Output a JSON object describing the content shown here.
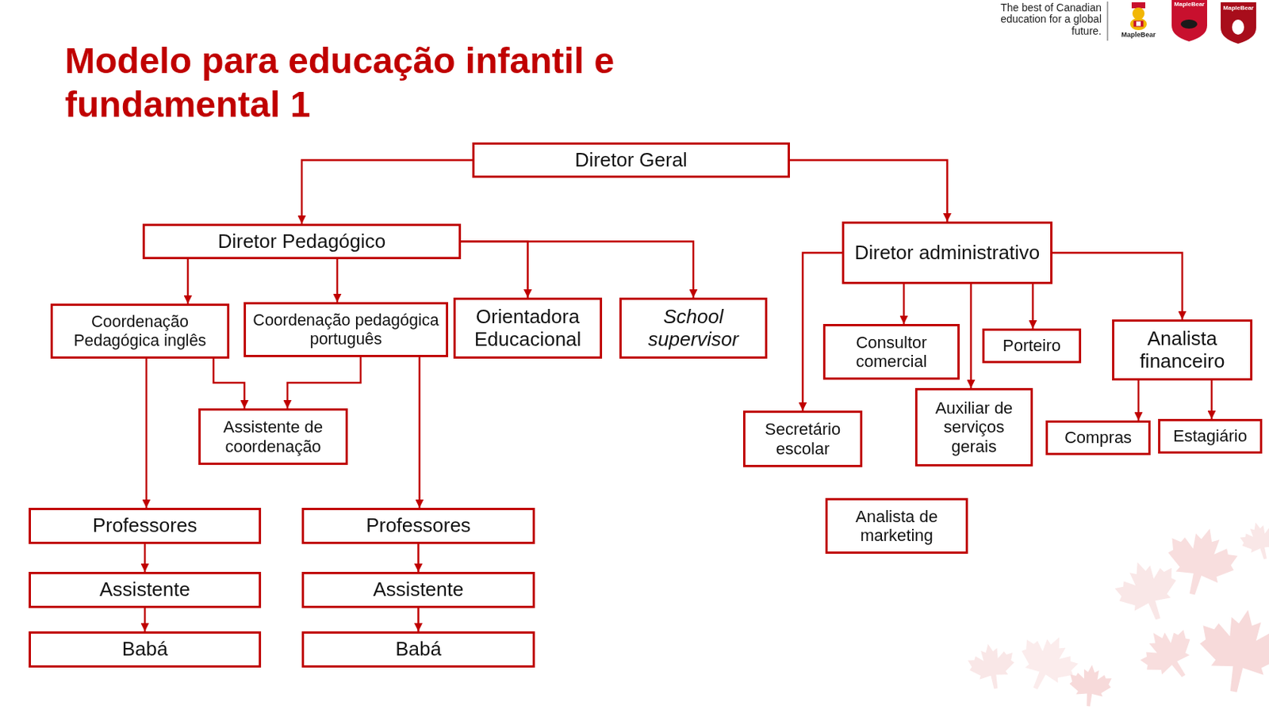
{
  "diagram": {
    "title": "Modelo para educação infantil e fundamental 1",
    "nodes": [
      {
        "text": [
          "Diretor Geral"
        ]
      },
      {
        "text": [
          "Diretor Pedagógico"
        ]
      },
      {
        "text": [
          "Diretor administrativo"
        ]
      },
      {
        "text": [
          "Coordenação Pedagógica inglês"
        ]
      },
      {
        "text": [
          "Coordenação pedagógica português"
        ]
      },
      {
        "text": [
          "Orientadora Educacional"
        ]
      },
      {
        "text": [
          "School supervisor"
        ]
      },
      {
        "text": [
          "Consultor comercial"
        ]
      },
      {
        "text": [
          "Porteiro"
        ]
      },
      {
        "text": [
          "Analista financeiro"
        ]
      },
      {
        "text": [
          "Assistente de coordenação"
        ]
      },
      {
        "text": [
          "Secretário escolar"
        ]
      },
      {
        "text": [
          "Auxiliar de serviços gerais"
        ]
      },
      {
        "text": [
          "Compras"
        ]
      },
      {
        "text": [
          "Estagiário"
        ]
      },
      {
        "text": [
          "Analista de marketing"
        ]
      },
      {
        "text": [
          "Professores"
        ]
      },
      {
        "text": [
          "Professores"
        ]
      },
      {
        "text": [
          "Assistente"
        ]
      },
      {
        "text": [
          "Assistente"
        ]
      },
      {
        "text": [
          "Babá"
        ]
      },
      {
        "text": [
          "Babá"
        ]
      }
    ],
    "edges": [
      {
        "from": 0,
        "to": 1,
        "arrow": "to"
      },
      {
        "from": 0,
        "to": 2,
        "arrow": "to"
      },
      {
        "from": 1,
        "to": 3,
        "arrow": "to"
      },
      {
        "from": 1,
        "to": 4,
        "arrow": "to"
      },
      {
        "from": 1,
        "to": 5,
        "arrow": "to"
      },
      {
        "from": 1,
        "to": 6,
        "arrow": "to"
      },
      {
        "from": 3,
        "to": 10,
        "arrow": "to"
      },
      {
        "from": 4,
        "to": 10,
        "arrow": "to"
      },
      {
        "from": 3,
        "to": 16,
        "arrow": "to"
      },
      {
        "from": 4,
        "to": 17,
        "arrow": "to"
      },
      {
        "from": 16,
        "to": 18,
        "arrow": "to"
      },
      {
        "from": 18,
        "to": 20,
        "arrow": "to"
      },
      {
        "from": 17,
        "to": 19,
        "arrow": "to"
      },
      {
        "from": 19,
        "to": 21,
        "arrow": "to"
      },
      {
        "from": 2,
        "to": 11,
        "arrow": "to"
      },
      {
        "from": 2,
        "to": 7,
        "arrow": "to"
      },
      {
        "from": 2,
        "to": 12,
        "arrow": "to"
      },
      {
        "from": 2,
        "to": 8,
        "arrow": "to"
      },
      {
        "from": 2,
        "to": 9,
        "arrow": "to"
      },
      {
        "from": 9,
        "to": 13,
        "arrow": "to"
      },
      {
        "from": 9,
        "to": 14,
        "arrow": "to"
      }
    ],
    "labels": [
      "The best of Canadian education for a global future.",
      "MapleBear",
      "MapleBear",
      "MapleBear"
    ]
  }
}
